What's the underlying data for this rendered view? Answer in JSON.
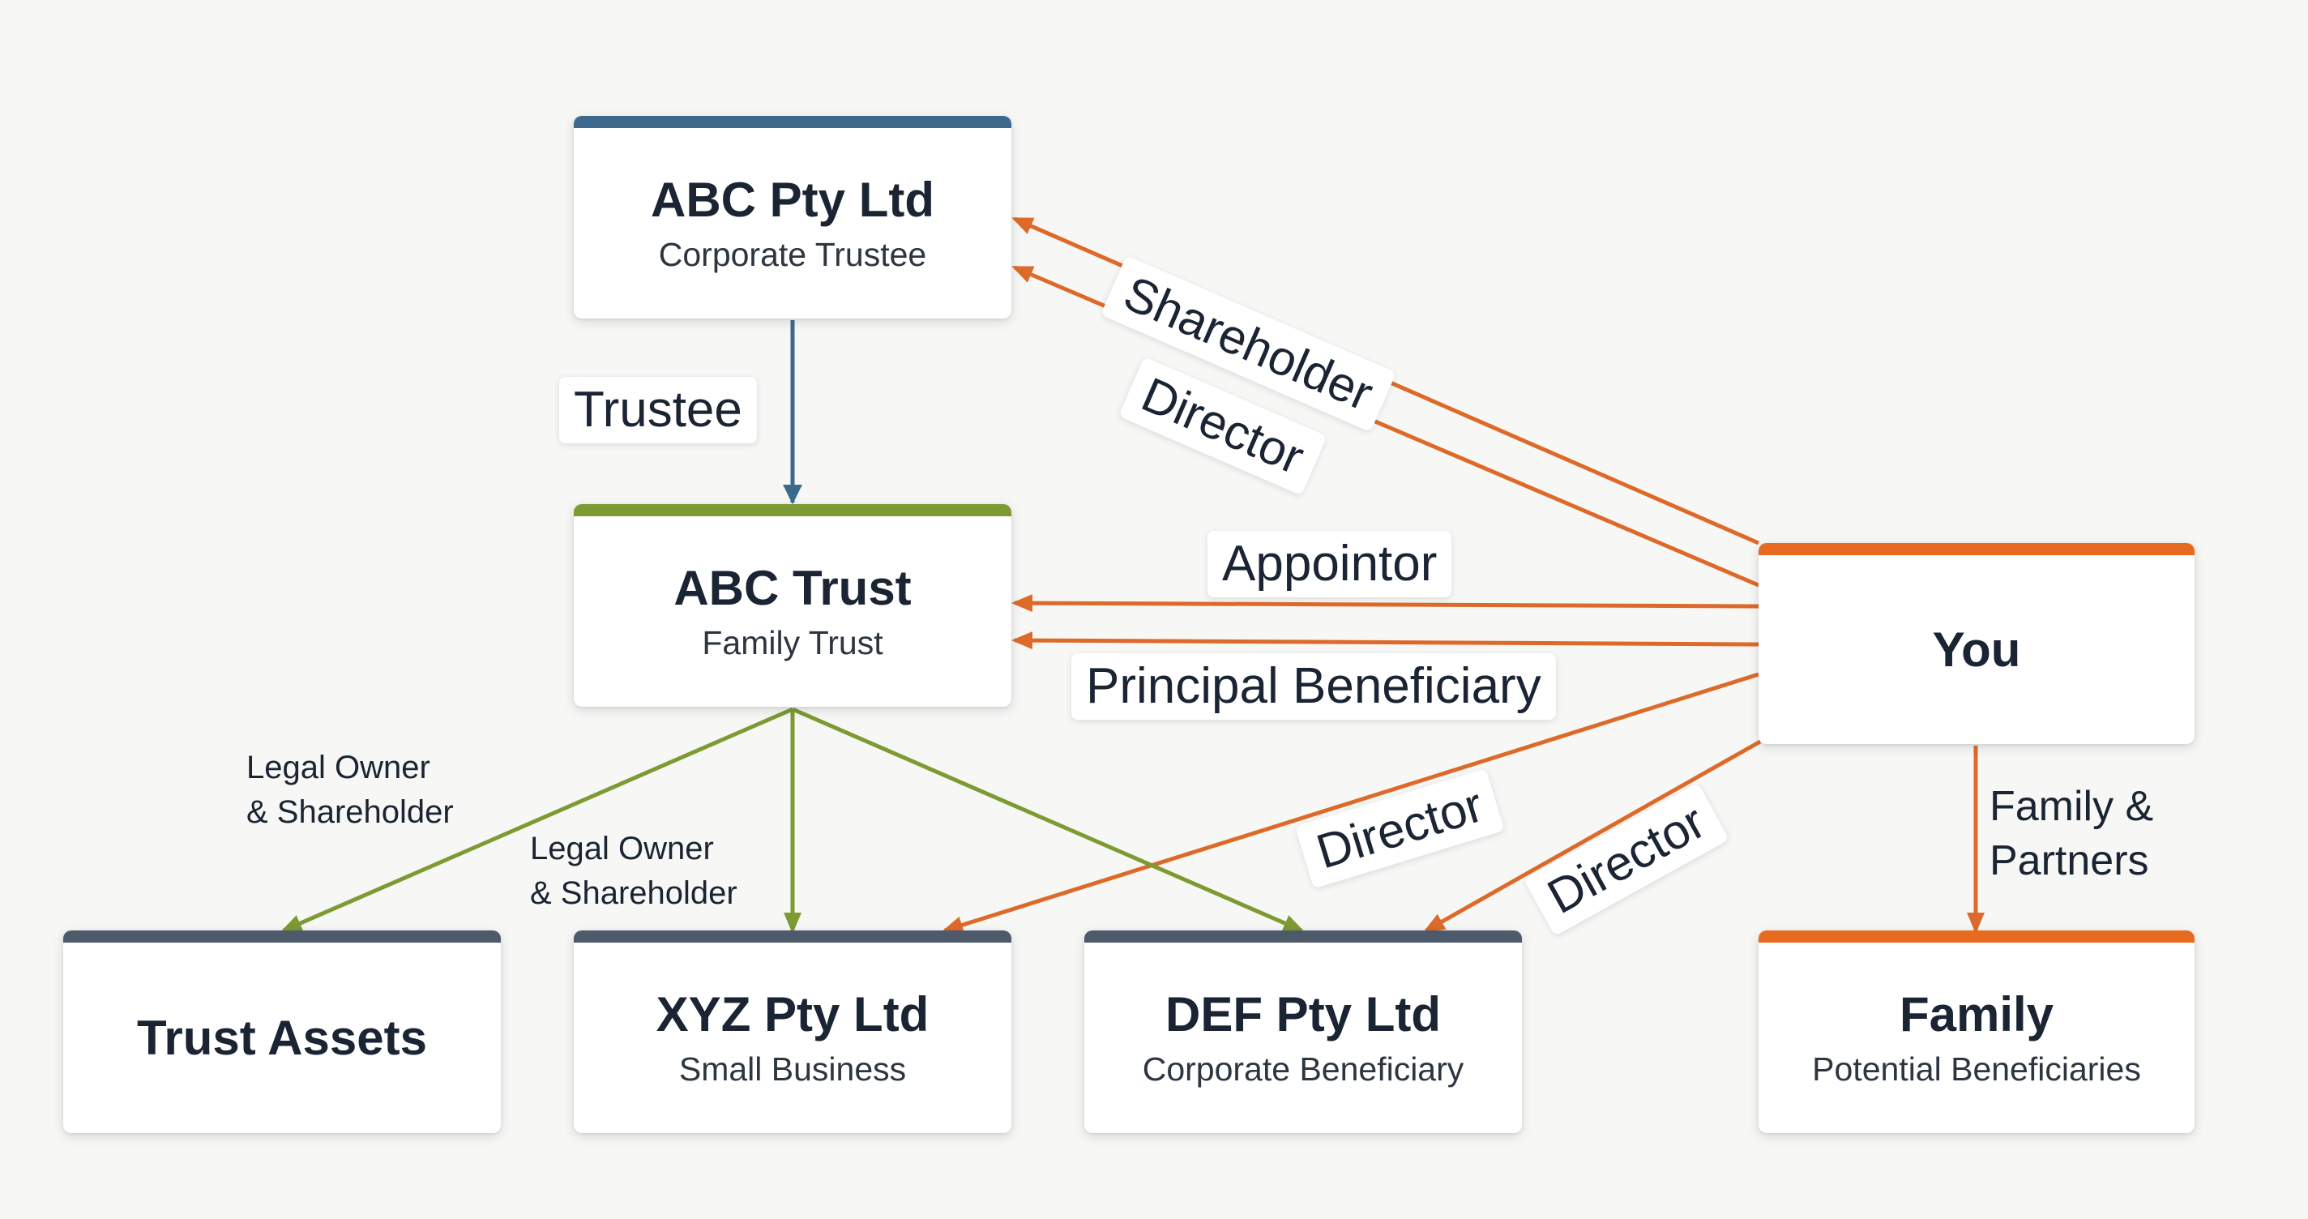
{
  "colors": {
    "blue": "#3d6a8c",
    "green": "#7d9a33",
    "orange": "#dd6a2a",
    "slate": "#4d5a6b"
  },
  "nodes": {
    "abc_pty": {
      "title": "ABC Pty Ltd",
      "subtitle": "Corporate Trustee"
    },
    "abc_trust": {
      "title": "ABC Trust",
      "subtitle": "Family Trust"
    },
    "you": {
      "title": "You"
    },
    "trust_assets": {
      "title": "Trust Assets"
    },
    "xyz_pty": {
      "title": "XYZ Pty Ltd",
      "subtitle": "Small Business"
    },
    "def_pty": {
      "title": "DEF Pty Ltd",
      "subtitle": "Corporate Beneficiary"
    },
    "family": {
      "title": "Family",
      "subtitle": "Potential Beneficiaries"
    }
  },
  "edges": {
    "trustee": "Trustee",
    "shareholder": "Shareholder",
    "director_abc": "Director",
    "appointor": "Appointor",
    "principal_beneficiary": "Principal Beneficiary",
    "legal_owner_assets": {
      "line1": "Legal Owner",
      "line2": "& Shareholder"
    },
    "legal_owner_xyz": {
      "line1": "Legal Owner",
      "line2": "& Shareholder"
    },
    "director_xyz": "Director",
    "director_def": "Director",
    "family_partners": {
      "line1": "Family &",
      "line2": "Partners"
    }
  }
}
